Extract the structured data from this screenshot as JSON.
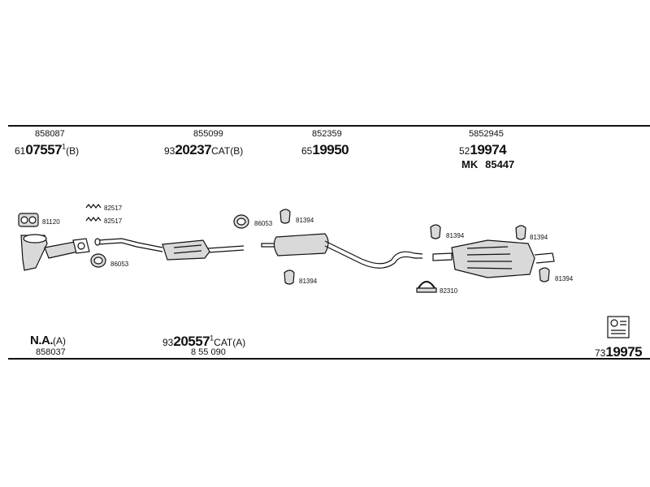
{
  "groups": [
    {
      "ref": "858087",
      "prefix": "61",
      "number": "07557",
      "sup": "1",
      "suffix": "(B)"
    },
    {
      "ref": "855099",
      "prefix": "93",
      "number": "20237",
      "sup": "",
      "suffix": "CAT(B)"
    },
    {
      "ref": "852359",
      "prefix": "65",
      "number": "19950",
      "sup": "",
      "suffix": ""
    },
    {
      "ref": "5852945",
      "prefix": "52",
      "number": "19974",
      "sup": "",
      "suffix": "",
      "mk_label": "MK",
      "mk_value": "85447"
    }
  ],
  "bottom": {
    "na": {
      "label": "N.A.",
      "suffix": "(A)",
      "ref": "858037"
    },
    "cat": {
      "prefix": "93",
      "number": "20557",
      "sup": "1",
      "suffix": "CAT(A)",
      "ref": "8 55 090"
    },
    "kit": {
      "prefix": "73",
      "number": "19975"
    }
  },
  "parts": {
    "p81120": "81120",
    "p82517a": "82517",
    "p82517b": "82517",
    "p86053a": "86053",
    "p86053b": "86053",
    "p81394a": "81394",
    "p81394b": "81394",
    "p81394c": "81394",
    "p81394d": "81394",
    "p81394e": "81394",
    "p82310": "82310"
  },
  "icons": [
    "gasket-icon",
    "front-pipe-icon",
    "spring-bolt-icon",
    "rubber-ring-icon",
    "intermediate-pipe-icon",
    "catalytic-converter-icon",
    "rubber-mount-icon",
    "center-silencer-icon",
    "rear-silencer-icon",
    "clamp-icon",
    "kit-icon"
  ],
  "colors": {
    "ink": "#111111",
    "part_fill": "#d9d9d9"
  }
}
